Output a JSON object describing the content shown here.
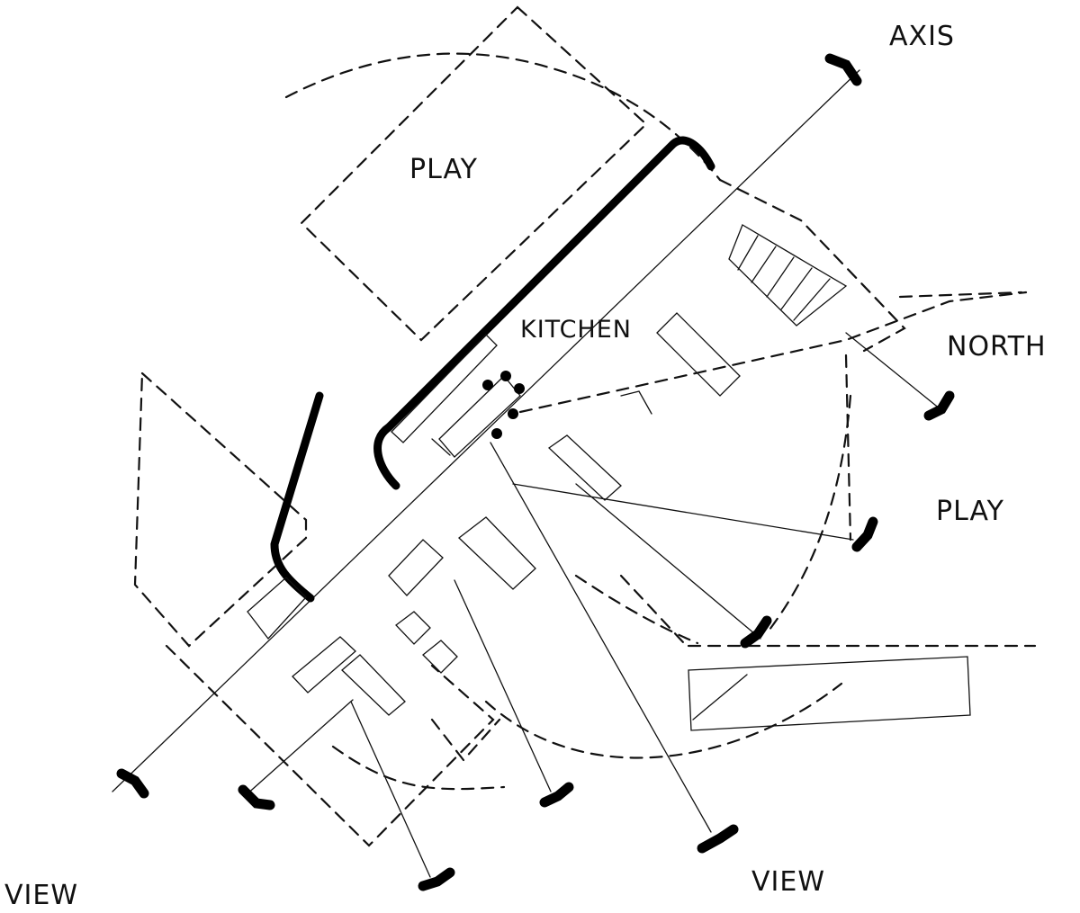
{
  "labels": {
    "axis": "AXIS",
    "play_top": "PLAY",
    "kitchen": "KITCHEN",
    "north": "NORTH",
    "play_right": "PLAY",
    "view_left": "VIEW",
    "view_right": "VIEW"
  },
  "colors": {
    "ink": "#111111",
    "paper": "#ffffff"
  }
}
